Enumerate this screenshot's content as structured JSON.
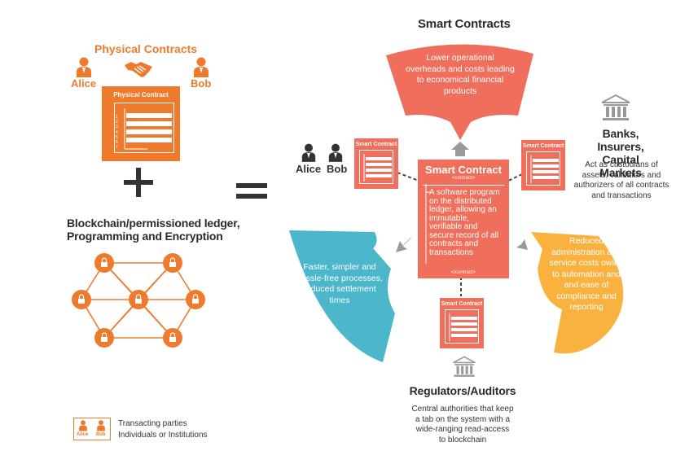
{
  "physical": {
    "title": "Physical Contracts",
    "alice": "Alice",
    "bob": "Bob",
    "doc_title": "Physical Contract",
    "line_numbers": [
      "1",
      "2",
      "3",
      "4",
      "5",
      "6",
      "7"
    ]
  },
  "plus": "+",
  "equals": "=",
  "blockchain": {
    "title_line1": "Blockchain/permissioned ledger,",
    "title_line2": "Programming and Encryption"
  },
  "legend": {
    "alice": "Alice",
    "bob": "Bob",
    "line1": "Transacting parties",
    "line2": "Individuals or Institutions"
  },
  "smart": {
    "title": "Smart Contracts",
    "top_benefit": [
      "Lower operational",
      "overheads and costs leading",
      "to economical financial",
      "products"
    ],
    "left_benefit": [
      "Faster, simpler and",
      "hassle-free processes,",
      "reduced settlement",
      "times"
    ],
    "right_benefit": [
      "Reduced",
      "administration and",
      "service costs owing",
      "to automation and",
      "and ease of",
      "compliance and",
      "reporting"
    ],
    "doc_title": "Smart Contract",
    "main_title": "Smart Contract",
    "tag_open": "<contract>",
    "tag_close": "</contract>",
    "main_desc": [
      "A software program",
      "on the distributed",
      "ledger, allowing an",
      "immutable,",
      "verifiable and",
      "secure record of all",
      "contracts and",
      "transactions"
    ],
    "alice": "Alice",
    "bob": "Bob",
    "banks": {
      "title_lines": [
        "Banks, Insurers,",
        "Capital Markets"
      ],
      "desc": [
        "Act as custodians of",
        "assets, validators and",
        "authorizers of all contracts",
        "and transactions"
      ]
    },
    "regulators": {
      "title": "Regulators/Auditors",
      "desc": [
        "Central authorities that keep",
        "a tab on the system with a",
        "wide-ranging read-access",
        "to blockchain"
      ]
    }
  },
  "colors": {
    "orange": "#ee7b2d",
    "coral": "#ef6f5c",
    "teal": "#4cb6cb",
    "amber": "#f9b23f",
    "gray": "#9a9a9a"
  }
}
